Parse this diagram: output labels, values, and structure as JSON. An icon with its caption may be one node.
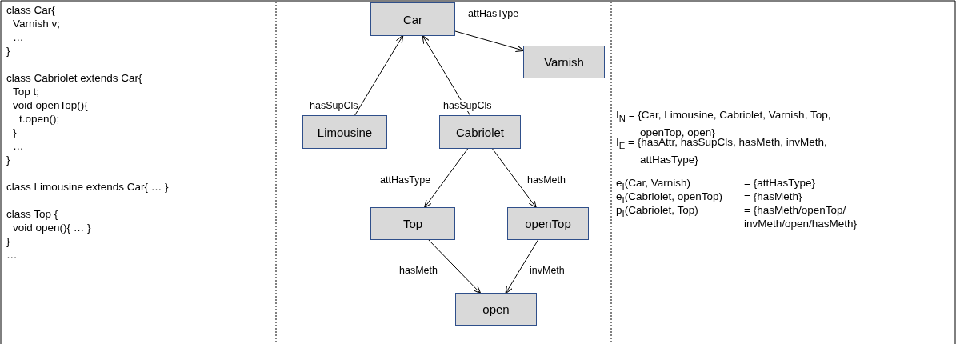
{
  "diagram": {
    "nodes": [
      {
        "text": [
          "Car"
        ]
      },
      {
        "text": [
          "Varnish"
        ]
      },
      {
        "text": [
          "Limousine"
        ]
      },
      {
        "text": [
          "Cabriolet"
        ]
      },
      {
        "text": [
          "Top"
        ]
      },
      {
        "text": [
          "openTop"
        ]
      },
      {
        "text": [
          "open"
        ]
      }
    ],
    "edges": [
      {
        "from": 0,
        "to": 1,
        "arrow": "to",
        "label": "attHasType"
      },
      {
        "from": 2,
        "to": 0,
        "arrow": "to",
        "label": "hasSupCls"
      },
      {
        "from": 3,
        "to": 0,
        "arrow": "to",
        "label": "hasSupCls"
      },
      {
        "from": 3,
        "to": 4,
        "arrow": "to",
        "label": "attHasType"
      },
      {
        "from": 3,
        "to": 5,
        "arrow": "to",
        "label": "hasMeth"
      },
      {
        "from": 4,
        "to": 6,
        "arrow": "to",
        "label": "hasMeth"
      },
      {
        "from": 5,
        "to": 6,
        "arrow": "to",
        "label": "invMeth"
      }
    ],
    "labels": [
      "class Car{",
      "Varnish v;",
      "…",
      "}",
      "class Cabriolet extends Car{",
      "Top t;",
      "void openTop(){",
      "t.open();",
      "}",
      "…",
      "}",
      "class Limousine extends Car{ … }",
      "class Top {",
      "void open(){ … }",
      "}",
      "…",
      "I$_{N}$ = {Car, Limousine, Cabriolet, Varnish, Top, openTop, open}",
      "I$_{E}$ = {hasAttr, hasSupCls, hasMeth, invMeth, attHasType}",
      "e$_{I}$(Car, Varnish)",
      "= {attHasType}",
      "e$_{I}$(Cabriolet, openTop)",
      "= {hasMeth}",
      "p$_{I}$(Cabriolet, Top)",
      "= {hasMeth/openTop/ invMeth/open/hasMeth}"
    ]
  }
}
